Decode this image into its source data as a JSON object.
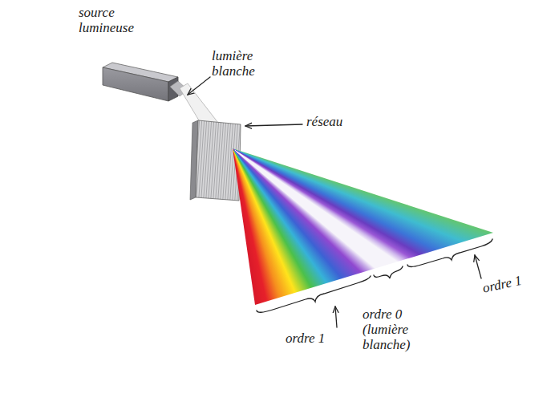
{
  "diagram": {
    "labels": [
      "source lumineuse",
      "lumière blanche",
      "réseau",
      "ordre 1",
      "ordre 0 (lumière blanche)",
      "ordre 1"
    ]
  }
}
